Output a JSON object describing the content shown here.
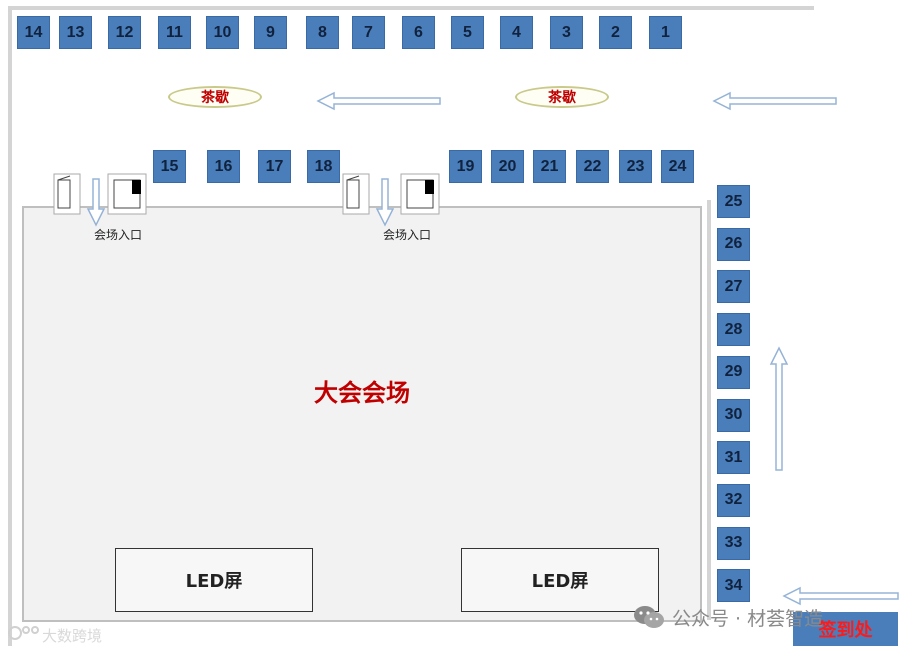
{
  "booths_top": [
    "14",
    "13",
    "12",
    "11",
    "10",
    "9",
    "8",
    "7",
    "6",
    "5",
    "4",
    "3",
    "2",
    "1"
  ],
  "booths_mid_left": [
    "15",
    "16",
    "17",
    "18"
  ],
  "booths_mid_right": [
    "19",
    "20",
    "21",
    "22",
    "23",
    "24"
  ],
  "booths_right": [
    "25",
    "26",
    "27",
    "28",
    "29",
    "30",
    "31",
    "32",
    "33",
    "34"
  ],
  "tea_break": "茶歇",
  "hall": {
    "title": "大会会场",
    "entrance_label": "会场入口",
    "led_label": "LED屏"
  },
  "registration": "签到处",
  "watermark_right": "公众号 · 材荟智造",
  "watermark_left": "大数跨境",
  "colors": {
    "booth": "#4a7ebb",
    "title_red": "#c00000"
  }
}
